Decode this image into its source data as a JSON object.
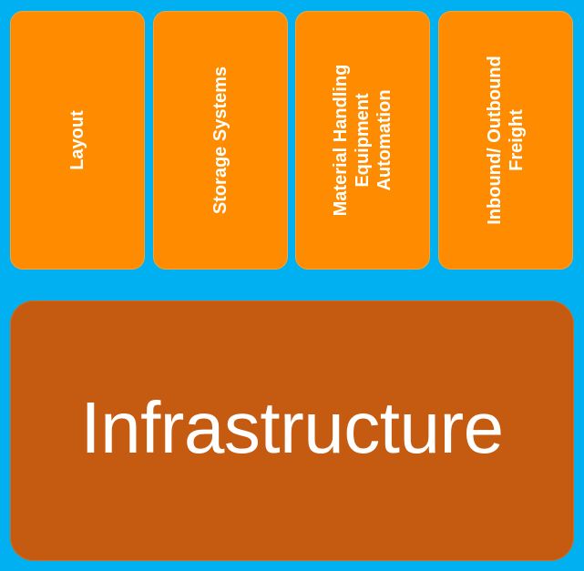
{
  "colors": {
    "background": "#00B0F0",
    "pillar_fill": "#FF8C00",
    "base_fill": "#C55A11",
    "text": "#FFFFFF"
  },
  "pillars": [
    {
      "label": "Layout"
    },
    {
      "label": "Storage Systems"
    },
    {
      "label": "Material Handling\nEquipment\nAutomation"
    },
    {
      "label": "Inbound/ Outbound\nFreight"
    }
  ],
  "base": {
    "label": "Infrastructure"
  }
}
